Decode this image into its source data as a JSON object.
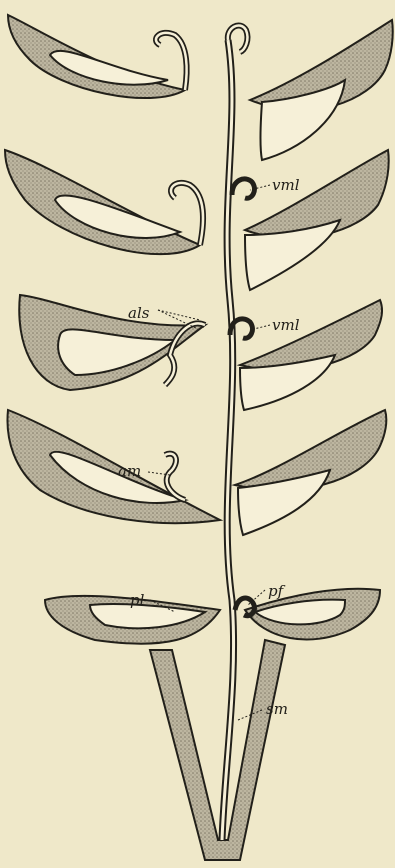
{
  "figure": {
    "labels": {
      "vml_upper": "vml",
      "vml_lower": "vml",
      "als": "als",
      "am": "am",
      "pl": "pl",
      "pf": "pf",
      "sm": "sm"
    },
    "colors": {
      "paper": "#efe8c9",
      "ink": "#22201a",
      "stipple": "#9c9583",
      "inner_fill": "#f6f0d8"
    }
  }
}
